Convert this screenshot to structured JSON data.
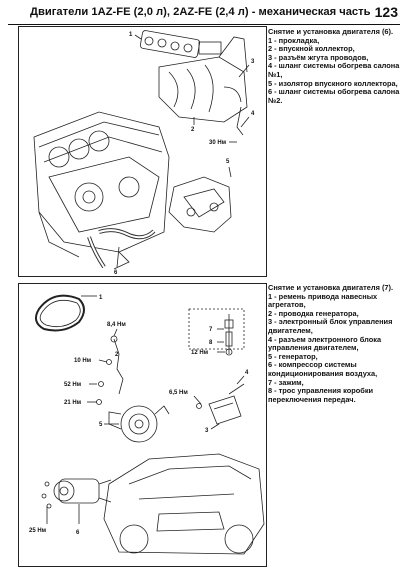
{
  "header": {
    "title": "Двигатели 1AZ-FE (2,0 л), 2AZ-FE (2,4 л) - механическая часть",
    "page_number": "123"
  },
  "figure1": {
    "caption_title": "Снятие и установка двигателя (6).",
    "items": [
      "1 - прокладка,",
      "2 - впускной коллектор,",
      "3 - разъём жгута проводов,",
      "4 - шланг системы обогрева салона №1,",
      "5 - изолятор впускного коллектора,",
      "6 - шланг системы обогрева салона №2."
    ],
    "callouts": [
      "1",
      "2",
      "3",
      "4",
      "5",
      "6",
      "30 Нм"
    ]
  },
  "figure2": {
    "caption_title": "Снятие и установка двигателя (7).",
    "items": [
      "1 - ремень привода навесных агрегатов,",
      "2 - проводка генератора,",
      "3 - электронный блок управления двигателем,",
      "4 - разъем электронного блока управления двигателем,",
      "5 - генератор,",
      "6 - компрессор системы кондиционирования воздуха,",
      "7 - зажим,",
      "8 - трос управления коробки переключения передач."
    ],
    "callouts": [
      "1",
      "2",
      "3",
      "4",
      "5",
      "6",
      "7",
      "8",
      "8,4 Нм",
      "10 Нм",
      "52 Нм",
      "21 Нм",
      "6,5 Нм",
      "12 Нм",
      "25 Нм"
    ]
  }
}
